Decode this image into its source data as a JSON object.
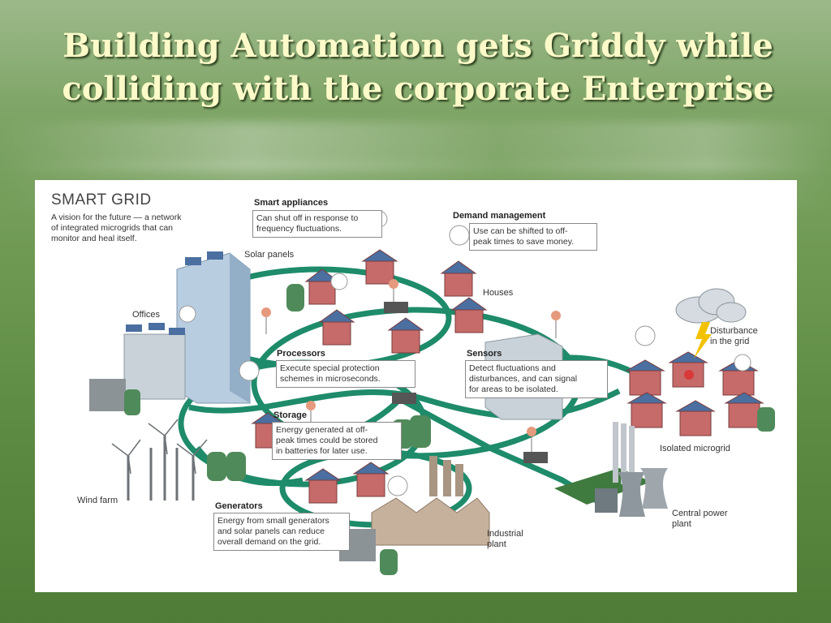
{
  "slide": {
    "title_line1": "Building Automation gets Griddy while",
    "title_line2": "colliding with the corporate Enterprise"
  },
  "diagram": {
    "title": "SMART GRID",
    "subtitle": "A vision for the future — a network\nof integrated microgrids that can\nmonitor and heal itself.",
    "callouts": {
      "smart_appliances": {
        "header": "Smart appliances",
        "text": "Can shut off in response to\nfrequency fluctuations."
      },
      "demand_management": {
        "header": "Demand management",
        "text": "Use can be shifted to off-\npeak times to save money."
      },
      "processors": {
        "header": "Processors",
        "text": "Execute special protection\nschemes in microseconds."
      },
      "sensors": {
        "header": "Sensors",
        "text": "Detect fluctuations and\ndisturbances, and can signal\nfor areas to be isolated."
      },
      "storage": {
        "header": "Storage",
        "text": "Energy generated at off-\npeak times could be stored\nin batteries for later use."
      },
      "generators": {
        "header": "Generators",
        "text": "Energy from small generators\nand solar panels can reduce\noverall demand on the grid."
      }
    },
    "labels": {
      "solar_panels": "Solar panels",
      "offices": "Offices",
      "houses": "Houses",
      "disturbance": "Disturbance\nin the grid",
      "isolated_microgrid": "Isolated microgrid",
      "wind_farm": "Wind farm",
      "industrial_plant": "Industrial\nplant",
      "central_power_plant": "Central power\nplant"
    },
    "colors": {
      "grid_line": "#1e8b6a",
      "house_wall": "#c66a6a",
      "roof_panel": "#4a6fa0",
      "building": "#b9cde0",
      "tank": "#4f8a5a"
    }
  }
}
